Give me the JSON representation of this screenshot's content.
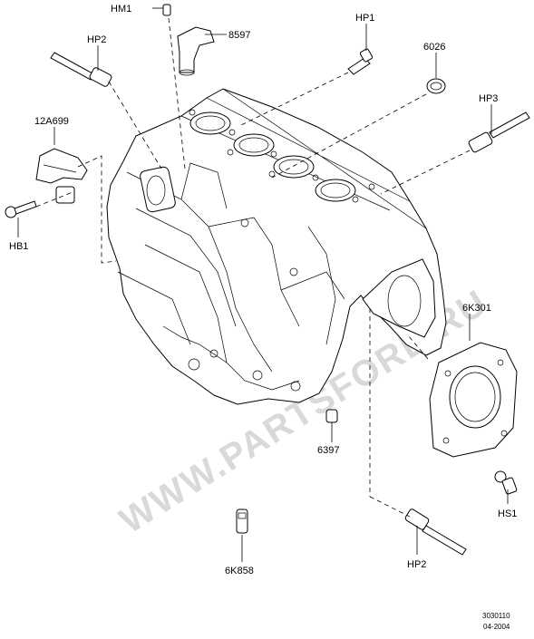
{
  "watermark": "WWW.PARTSFORD.RU",
  "labels": {
    "hm1": "HM1",
    "p8597": "8597",
    "hp1": "HP1",
    "p6026": "6026",
    "hp2_top": "HP2",
    "hp3": "HP3",
    "p12a699": "12A699",
    "hb1": "HB1",
    "p6k301": "6K301",
    "p6397": "6397",
    "hs1": "HS1",
    "p6k858": "6K858",
    "hp2_bottom": "HP2"
  },
  "footer": {
    "code": "3030110",
    "date": "04-2004"
  }
}
